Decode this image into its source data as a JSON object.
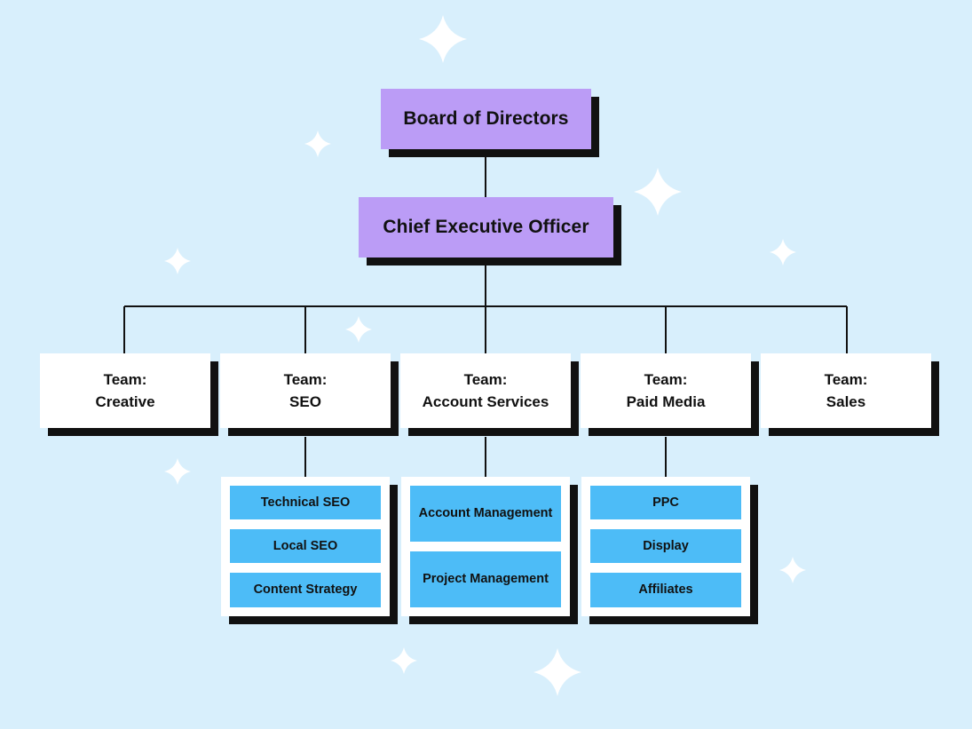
{
  "colors": {
    "background": "#d8effc",
    "executive_fill": "#bb9cf6",
    "team_fill": "#ffffff",
    "sub_fill": "#4dbcf7",
    "shadow": "#111111",
    "connector": "#111111",
    "sparkle": "#ffffff"
  },
  "board": {
    "label": "Board of Directors"
  },
  "ceo": {
    "label": "Chief Executive Officer"
  },
  "teams": [
    {
      "prefix": "Team:",
      "name": "Creative"
    },
    {
      "prefix": "Team:",
      "name": "SEO"
    },
    {
      "prefix": "Team:",
      "name": "Account Services"
    },
    {
      "prefix": "Team:",
      "name": "Paid Media"
    },
    {
      "prefix": "Team:",
      "name": "Sales"
    }
  ],
  "seo_units": [
    "Technical SEO",
    "Local SEO",
    "Content Strategy"
  ],
  "account_units": [
    "Account Management",
    "Project Management"
  ],
  "paid_media_units": [
    "PPC",
    "Display",
    "Affiliates"
  ]
}
